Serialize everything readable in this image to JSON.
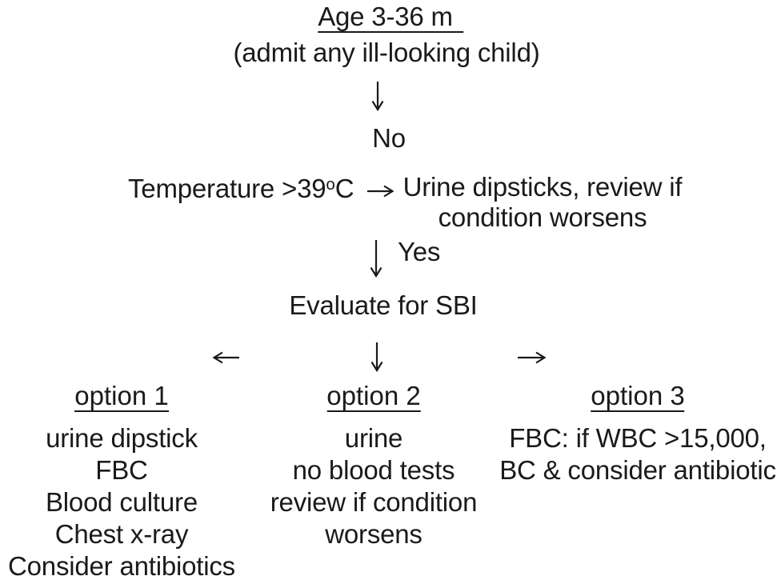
{
  "colors": {
    "text": "#1a1a1a",
    "background": "#ffffff"
  },
  "icons": {
    "down_arrow": "↓",
    "left_arrow": "←",
    "right_arrow": "→"
  },
  "flowchart": {
    "title": "Age 3-36 m",
    "subtitle": "(admit any ill-looking child)",
    "branch_no": "No",
    "branch_yes": "Yes",
    "condition": {
      "prefix": "Temperature >39",
      "degree": "o",
      "suffix": "C"
    },
    "no_path": {
      "line1": "Urine dipsticks, review if",
      "line2": "condition worsens"
    },
    "evaluate": "Evaluate for SBI",
    "options": [
      {
        "label": "option 1",
        "items": [
          "urine dipstick",
          "FBC",
          "Blood culture",
          "Chest x-ray",
          "Consider antibiotics"
        ]
      },
      {
        "label": "option 2",
        "items": [
          "urine",
          "no blood tests",
          "review if condition",
          "worsens"
        ]
      },
      {
        "label": "option 3",
        "items": [
          "FBC: if WBC >15,000,",
          "BC & consider antibiotic"
        ]
      }
    ]
  }
}
